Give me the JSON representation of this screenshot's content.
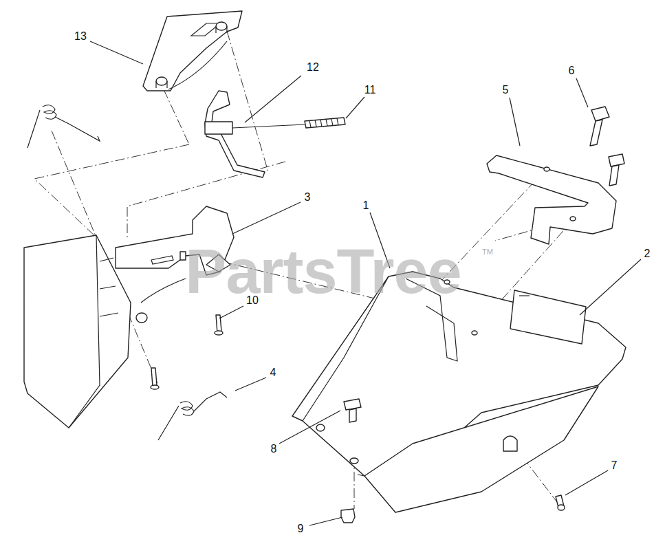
{
  "diagram": {
    "labels": [
      "13",
      "12",
      "11",
      "6",
      "5",
      "3",
      "1",
      "2",
      "10",
      "4",
      "8",
      "9",
      "7",
      "PartsTree",
      "TM"
    ]
  }
}
